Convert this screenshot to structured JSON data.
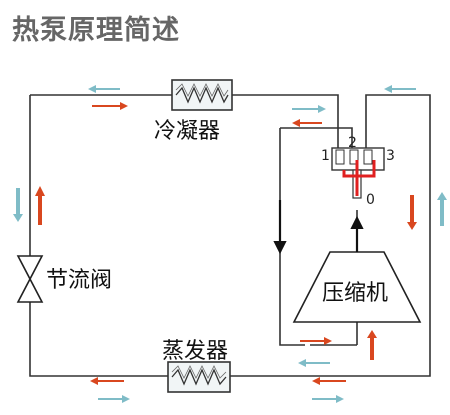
{
  "title": "热泵原理简述",
  "labels": {
    "condenser": "冷凝器",
    "throttle_valve": "节流阀",
    "compressor": "压缩机",
    "evaporator": "蒸发器"
  },
  "ports": {
    "p1": "1",
    "p2": "2",
    "p3": "3",
    "p0": "0"
  },
  "colors": {
    "pipe": "#333333",
    "hot_arrow": "#d9471f",
    "cold_arrow": "#7fbcc7",
    "title_text": "#666666",
    "coil_fill": "#f1f5f6",
    "valve_red": "#e02020"
  }
}
